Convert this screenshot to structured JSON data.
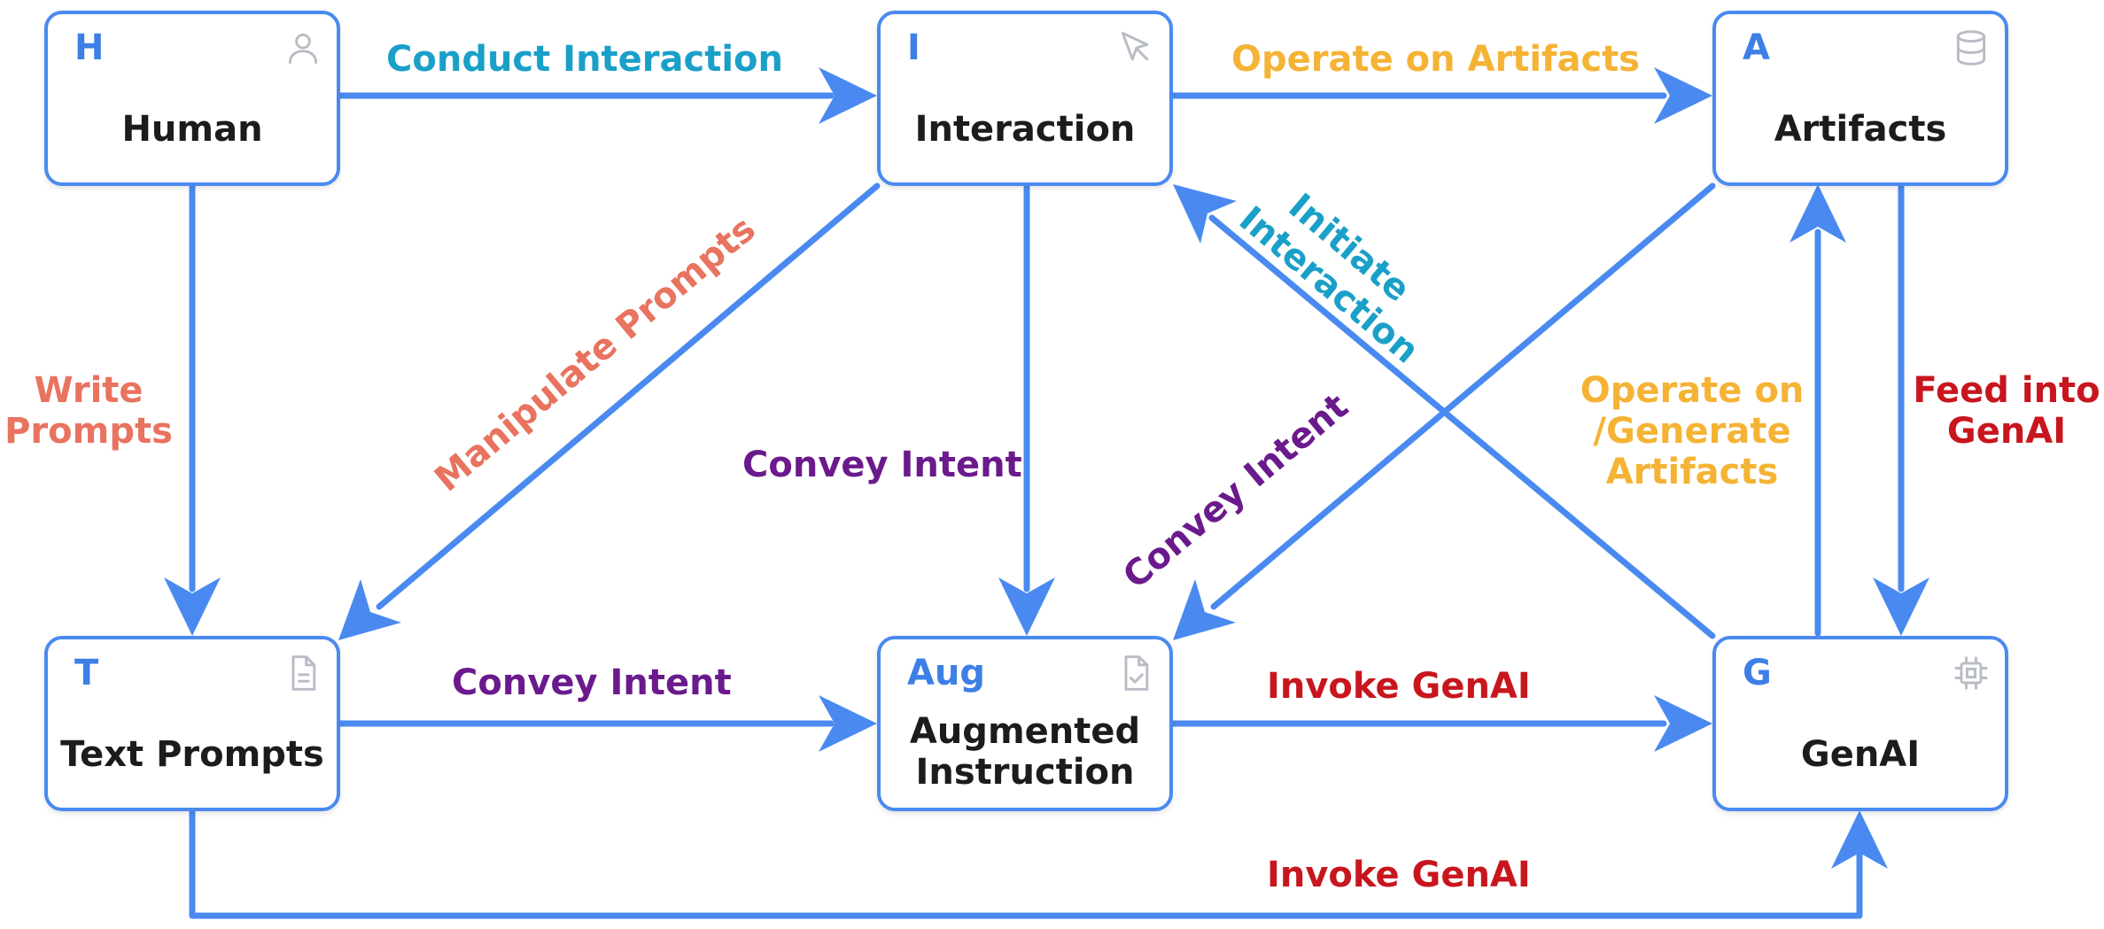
{
  "colors": {
    "arrow": "#4a8af0",
    "teal": "#1aa0c8",
    "orange": "#f5b335",
    "salmon": "#e8735f",
    "purple": "#6a1a8c",
    "red": "#c8161e"
  },
  "nodes": {
    "human": {
      "badge": "H",
      "title": "Human",
      "icon": "user-icon"
    },
    "interaction": {
      "badge": "I",
      "title": "Interaction",
      "icon": "cursor-icon"
    },
    "artifacts": {
      "badge": "A",
      "title": "Artifacts",
      "icon": "database-icon"
    },
    "text_prompts": {
      "badge": "T",
      "title": "Text Prompts",
      "icon": "document-icon"
    },
    "augmented": {
      "badge": "Aug",
      "title_line1": "Augmented",
      "title_line2": "Instruction",
      "icon": "document-check-icon"
    },
    "genai": {
      "badge": "G",
      "title": "GenAI",
      "icon": "chip-icon"
    }
  },
  "edges": {
    "conduct_interaction": "Conduct Interaction",
    "operate_on_artifacts": "Operate on Artifacts",
    "write_prompts_line1": "Write",
    "write_prompts_line2": "Prompts",
    "manipulate_prompts": "Manipulate Prompts",
    "convey_intent_interaction": "Convey Intent",
    "initiate_line1": "Initiate",
    "initiate_line2": "Interaction",
    "convey_intent_artifacts": "Convey Intent",
    "operate_generate_line1": "Operate on",
    "operate_generate_line2": "/Generate",
    "operate_generate_line3": "Artifacts",
    "feed_line1": "Feed into",
    "feed_line2": "GenAI",
    "convey_intent_text": "Convey Intent",
    "invoke_genai_aug": "Invoke GenAI",
    "invoke_genai_bottom": "Invoke GenAI"
  }
}
